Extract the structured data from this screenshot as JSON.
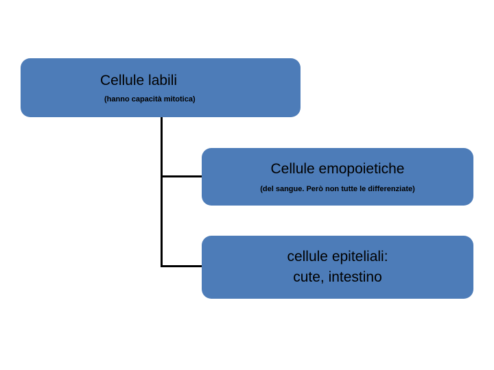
{
  "diagram": {
    "type": "flow-tree",
    "background_color": "#ffffff",
    "node_color": "#4d7cb8",
    "connector_color": "#000000",
    "nodes": [
      {
        "id": "labili",
        "title": "Cellule labili",
        "subtitle": "(hanno capacità mitotica)"
      },
      {
        "id": "emopoietiche",
        "title": "Cellule emopoietiche",
        "subtitle": "(del sangue. Però non  tutte le differenziate)"
      },
      {
        "id": "epiteliali",
        "title_line1": "cellule epiteliali:",
        "title_line2": "cute, intestino"
      }
    ]
  }
}
